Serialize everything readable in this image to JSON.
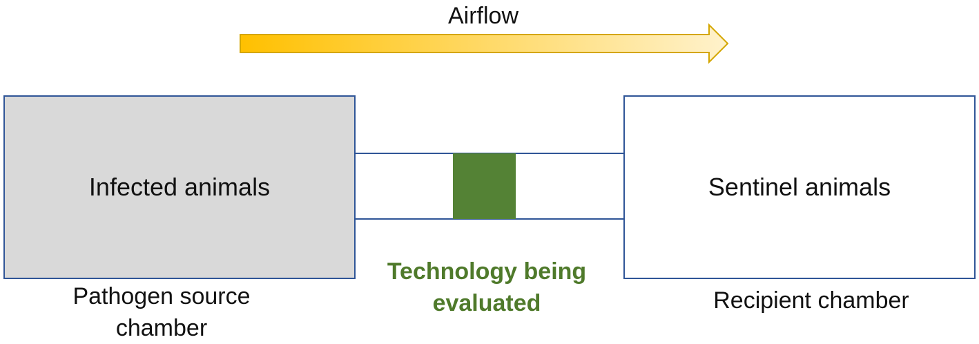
{
  "colors": {
    "arrow_gradient_start": "#ffc000",
    "arrow_gradient_end": "#fff2cc",
    "arrow_outline": "#d4a600",
    "chamber_outline": "#2f5597",
    "source_chamber_fill": "#d9d9d9",
    "recipient_chamber_fill": "#ffffff",
    "technology_fill": "#548235",
    "technology_text": "#4f7a2b"
  },
  "airflow": {
    "label": "Airflow",
    "icon": "right-arrow-icon"
  },
  "source_chamber": {
    "inner_label": "Infected animals",
    "caption": "Pathogen source chamber"
  },
  "recipient_chamber": {
    "inner_label": "Sentinel animals",
    "caption": "Recipient chamber"
  },
  "technology": {
    "caption": "Technology being evaluated"
  }
}
